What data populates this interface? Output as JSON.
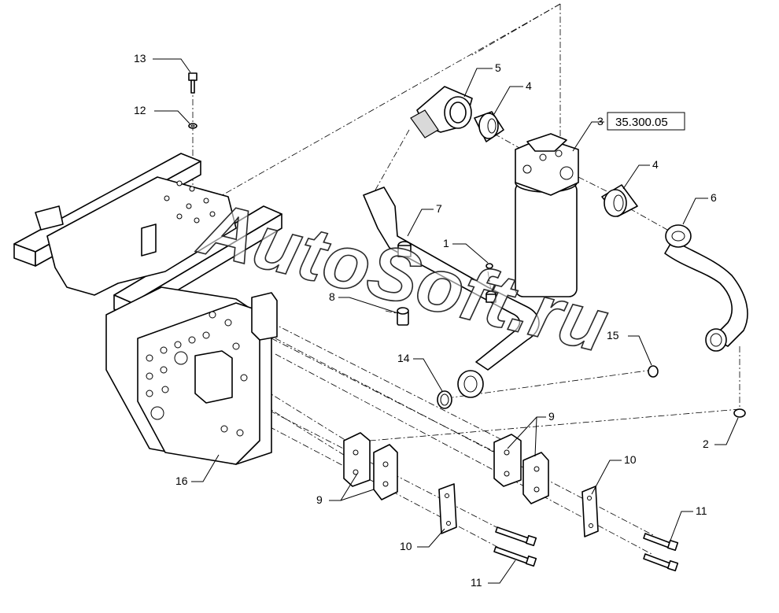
{
  "diagram": {
    "watermark": "AutoSoft.ru",
    "reference_box": "35.300.05",
    "callouts": {
      "c1": "1",
      "c2": "2",
      "c3": "3",
      "c4a": "4",
      "c4b": "4",
      "c5": "5",
      "c6": "6",
      "c7": "7",
      "c8": "8",
      "c9a": "9",
      "c9b": "9",
      "c10a": "10",
      "c10b": "10",
      "c11a": "11",
      "c11b": "11",
      "c12": "12",
      "c13": "13",
      "c14": "14",
      "c15": "15",
      "c16": "16"
    }
  }
}
